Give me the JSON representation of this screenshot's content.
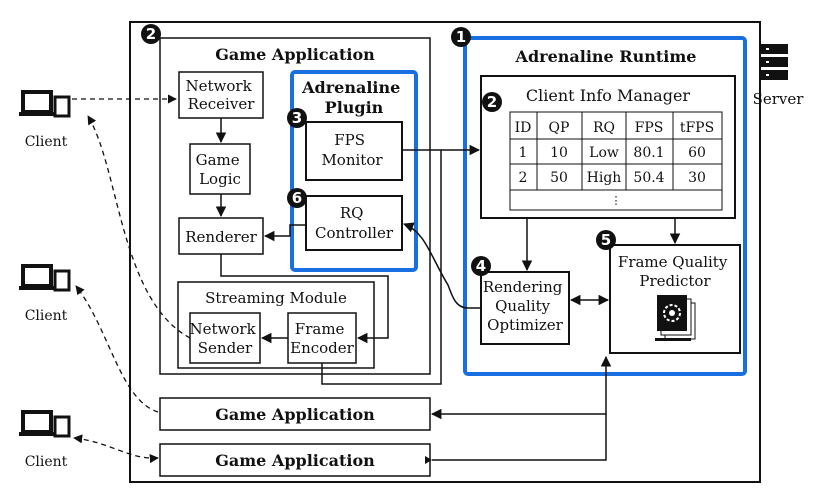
{
  "server": {
    "label": "Server",
    "icon": "server-icon"
  },
  "clients": [
    {
      "label": "Client",
      "icon": "laptop-phone-icon"
    },
    {
      "label": "Client",
      "icon": "laptop-phone-icon"
    },
    {
      "label": "Client",
      "icon": "laptop-phone-icon"
    }
  ],
  "game_app": {
    "title": "Game Application",
    "network_receiver": [
      "Network",
      "Receiver"
    ],
    "game_logic": [
      "Game",
      "Logic"
    ],
    "renderer": "Renderer",
    "streaming_module": {
      "title": "Streaming Module",
      "network_sender": [
        "Network",
        "Sender"
      ],
      "frame_encoder": [
        "Frame",
        "Encoder"
      ]
    }
  },
  "plugin": {
    "title": [
      "Adrenaline",
      "Plugin"
    ],
    "fps_monitor": [
      "FPS",
      "Monitor"
    ],
    "rq_controller": [
      "RQ",
      "Controller"
    ]
  },
  "runtime": {
    "title": "Adrenaline Runtime",
    "client_info_manager": "Client Info Manager",
    "table": {
      "headers": [
        "ID",
        "QP",
        "RQ",
        "FPS",
        "tFPS"
      ],
      "rows": [
        [
          "1",
          "10",
          "Low",
          "80.1",
          "60"
        ],
        [
          "2",
          "50",
          "High",
          "50.4",
          "30"
        ]
      ],
      "ellipsis": "⋮"
    },
    "rendering_quality_optimizer": [
      "Rendering",
      "Quality",
      "Optimizer"
    ],
    "frame_quality_predictor": [
      "Frame Quality",
      "Predictor"
    ],
    "predictor_icon": "neural-network-chip-icon"
  },
  "other_apps": [
    "Game Application",
    "Game Application"
  ],
  "badges": [
    "1",
    "2",
    "2",
    "3",
    "4",
    "5",
    "6"
  ],
  "colors": {
    "accent": "#1a6fe0",
    "line": "#111111"
  }
}
